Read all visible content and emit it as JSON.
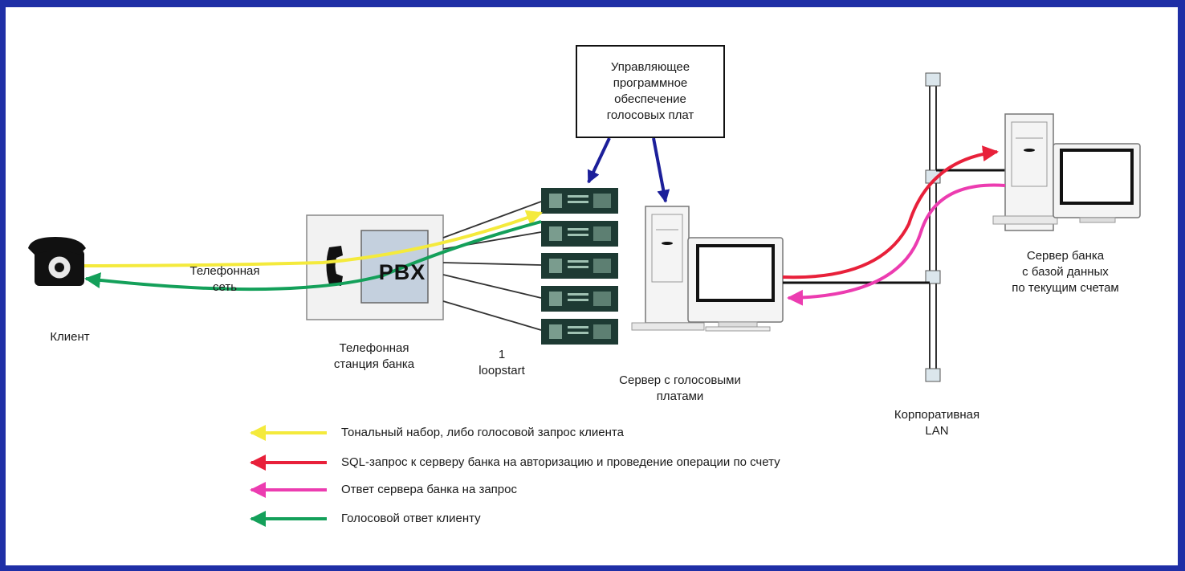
{
  "labels": {
    "client": "Клиент",
    "phone_network": "Телефонная\nсеть",
    "bank_pbx": "Телефонная\nстанция банка",
    "pbx": "PBX",
    "loopstart": "1\nloopstart",
    "voice_server": "Сервер с голосовыми\nплатами",
    "controller_software": "Управляющее\nпрограммное\nобеспечение\nголосовых плат",
    "lan": "Корпоративная\nLAN",
    "bank_server": "Сервер банка\nс базой данных\nпо текущим счетам"
  },
  "legend": [
    {
      "color": "#f4ea3c",
      "text": "Тональный набор, либо голосовой запрос клиента"
    },
    {
      "color": "#e8203a",
      "text": "SQL-запрос к серверу банка на авторизацию и проведение операции по счету"
    },
    {
      "color": "#ec3cb0",
      "text": "Ответ сервера банка на запрос"
    },
    {
      "color": "#14a05a",
      "text": "Голосовой ответ клиенту"
    }
  ],
  "colors": {
    "frame": "#1f2fa6",
    "yellow": "#f4ea3c",
    "red": "#e8203a",
    "magenta": "#ec3cb0",
    "green": "#14a05a",
    "navy_arrow": "#1c1f9a",
    "voice_board": "#1d3a33"
  }
}
